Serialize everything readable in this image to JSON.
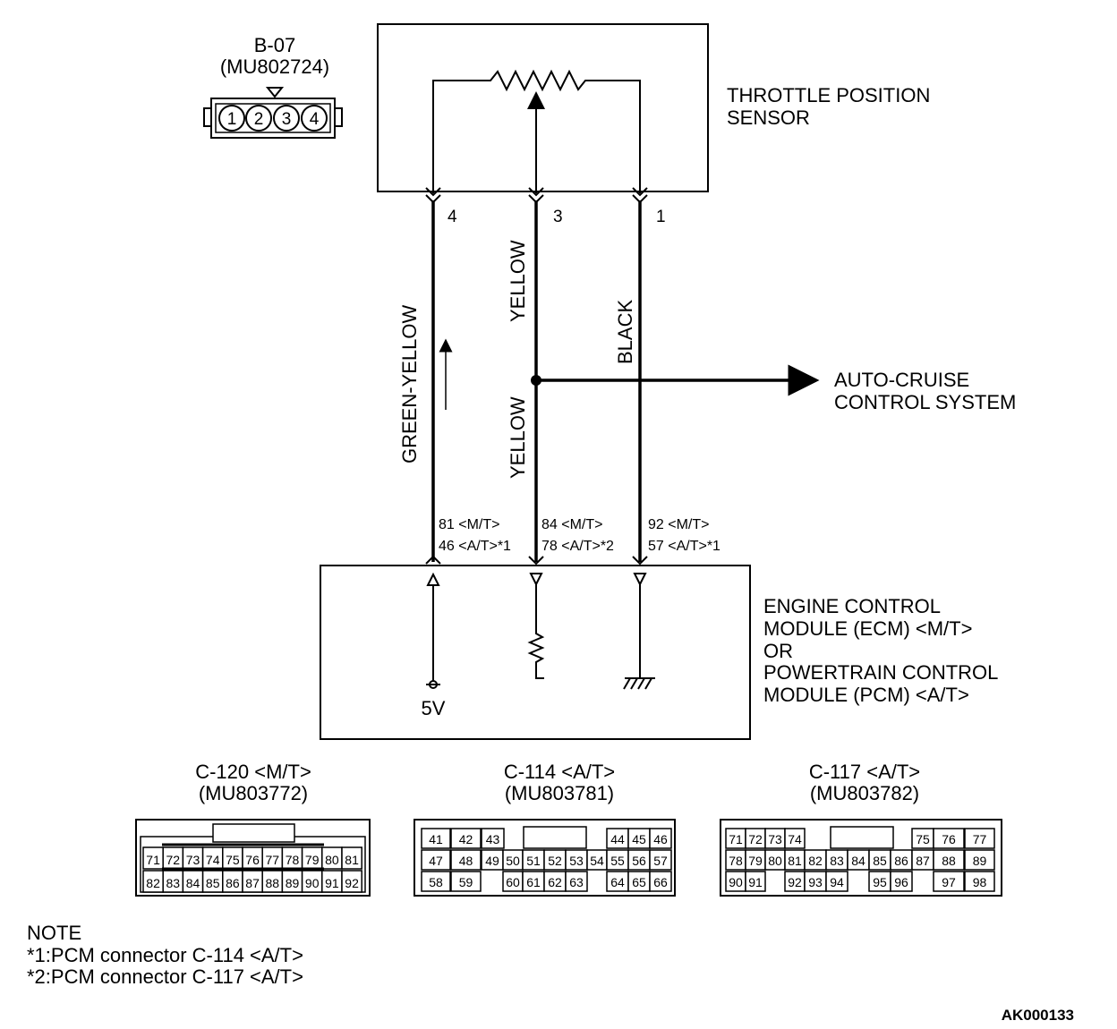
{
  "connector_b07": {
    "id": "B-07",
    "part": "(MU802724)",
    "pins": [
      "1",
      "2",
      "3",
      "4"
    ]
  },
  "sensor": {
    "line1": "THROTTLE POSITION",
    "line2": "SENSOR"
  },
  "sensor_pins": {
    "left": "4",
    "mid": "3",
    "right": "1"
  },
  "wires": {
    "left": "GREEN-YELLOW",
    "mid_upper": "YELLOW",
    "mid_lower": "YELLOW",
    "right": "BLACK"
  },
  "cruise": {
    "line1": "AUTO-CRUISE",
    "line2": "CONTROL SYSTEM"
  },
  "terminals": {
    "left_a": "81 <M/T>",
    "left_b": "46 <A/T>*1",
    "mid_a": "84 <M/T>",
    "mid_b": "78 <A/T>*2",
    "right_a": "92 <M/T>",
    "right_b": "57 <A/T>*1"
  },
  "ecm": {
    "line1": "ENGINE CONTROL",
    "line2": "MODULE (ECM) <M/T>",
    "line3": "OR",
    "line4": "POWERTRAIN CONTROL",
    "line5": "MODULE (PCM) <A/T>",
    "voltage": "5V"
  },
  "connectors": [
    {
      "id": "C-120 <M/T>",
      "part": "(MU803772)",
      "rows": [
        [
          "71",
          "72",
          "73",
          "74",
          "75",
          "76",
          "77",
          "78",
          "79",
          "80",
          "81"
        ],
        [
          "82",
          "83",
          "84",
          "85",
          "86",
          "87",
          "88",
          "89",
          "90",
          "91",
          "92"
        ]
      ]
    },
    {
      "id": "C-114 <A/T>",
      "part": "(MU803781)",
      "rows": [
        [
          "41",
          "42",
          "43",
          "44",
          "45",
          "46"
        ],
        [
          "47",
          "48",
          "49",
          "50",
          "51",
          "52",
          "53",
          "54",
          "55",
          "56",
          "57"
        ],
        [
          "58",
          "59",
          "60",
          "61",
          "62",
          "63",
          "64",
          "65",
          "66"
        ]
      ]
    },
    {
      "id": "C-117 <A/T>",
      "part": "(MU803782)",
      "rows": [
        [
          "71",
          "72",
          "73",
          "74",
          "75",
          "76",
          "77"
        ],
        [
          "78",
          "79",
          "80",
          "81",
          "82",
          "83",
          "84",
          "85",
          "86",
          "87",
          "88",
          "89"
        ],
        [
          "90",
          "91",
          "92",
          "93",
          "94",
          "95",
          "96",
          "97",
          "98"
        ]
      ]
    }
  ],
  "note": {
    "title": "NOTE",
    "line1": "*1:PCM connector C-114 <A/T>",
    "line2": "*2:PCM connector C-117 <A/T>"
  },
  "figure_id": "AK000133"
}
